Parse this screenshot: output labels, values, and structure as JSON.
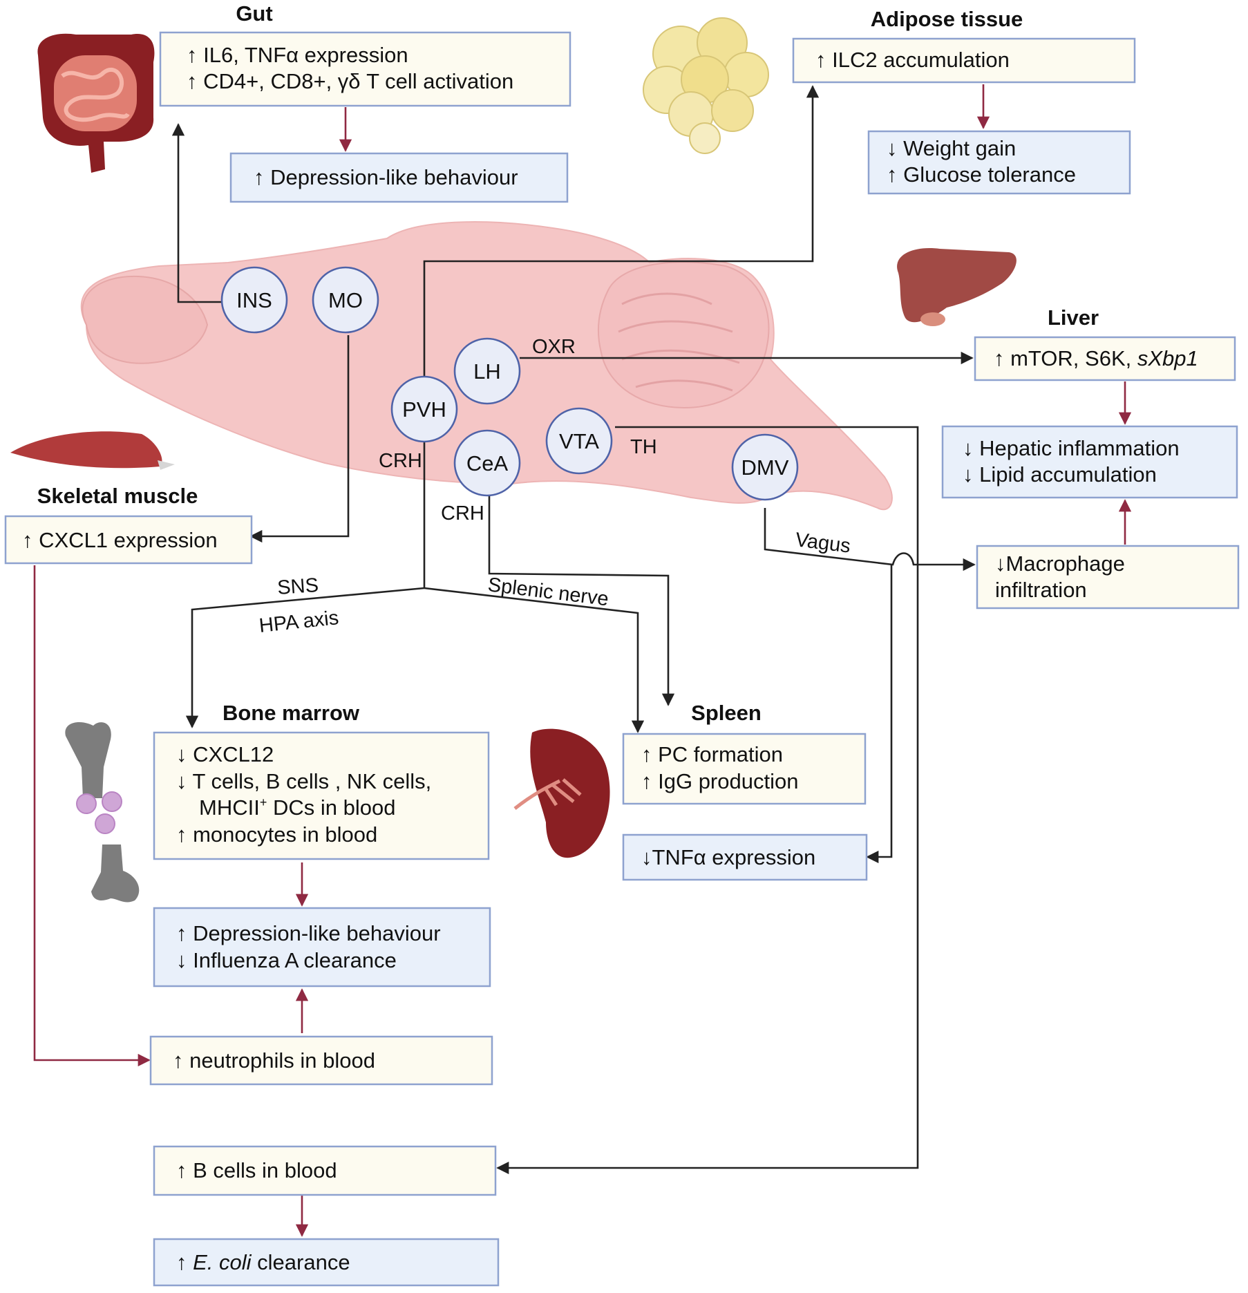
{
  "organs": {
    "gut": "Gut",
    "adipose": "Adipose tissue",
    "liver": "Liver",
    "skeletal_muscle": "Skeletal muscle",
    "bone_marrow": "Bone marrow",
    "spleen": "Spleen"
  },
  "regions": {
    "ins": "INS",
    "mo": "MO",
    "lh": "LH",
    "pvh": "PVH",
    "cea": "CeA",
    "vta": "VTA",
    "dmv": "DMV"
  },
  "pathways": {
    "oxr": "OXR",
    "crh_pvh": "CRH",
    "crh_cea": "CRH",
    "th": "TH",
    "vagus": "Vagus",
    "sns": "SNS",
    "hpa": "HPA axis",
    "splenic": "Splenic nerve"
  },
  "boxes": {
    "gut_1_a": "↑ IL6, TNFα expression",
    "gut_1_b": "↑ CD4+, CD8+, γδ T cell activation",
    "gut_2": "↑ Depression-like behaviour",
    "adipose_1": "↑ ILC2 accumulation",
    "adipose_2_a": "↓ Weight gain",
    "adipose_2_b": "↑ Glucose tolerance",
    "liver_1_pre": "↑ mTOR, S6K, ",
    "liver_1_italic": "sXbp1",
    "liver_2_a": "↓ Hepatic inflammation",
    "liver_2_b": "↓ Lipid accumulation",
    "liver_3_a": "↓Macrophage",
    "liver_3_b": "infiltration",
    "muscle_1": "↑ CXCL1 expression",
    "bm_1_a": "↓ CXCL12",
    "bm_1_b": "↓ T cells, B cells , NK cells,",
    "bm_1_c_pre": "MHCII",
    "bm_1_c_sup": "+",
    "bm_1_c_post": " DCs in blood",
    "bm_1_d": "↑ monocytes in blood",
    "bm_2_a": "↑ Depression-like behaviour",
    "bm_2_b": "↓ Influenza A clearance",
    "neutro": "↑ neutrophils in blood",
    "bcells": "↑ B cells in blood",
    "ecoli_pre": "↑ ",
    "ecoli_italic": "E. coli",
    "ecoli_post": " clearance",
    "spleen_1_a": "↑ PC formation",
    "spleen_1_b": "↑ IgG production",
    "spleen_2": "↓TNFα expression"
  },
  "colors": {
    "cream_box": "#fdfbf0",
    "blue_box": "#e9f0fa",
    "box_border": "#8ea2cf",
    "node_border": "#4f63a8",
    "brain": "#f5c6c6",
    "red_arrow": "#8f2942",
    "black_arrow": "#222222"
  }
}
